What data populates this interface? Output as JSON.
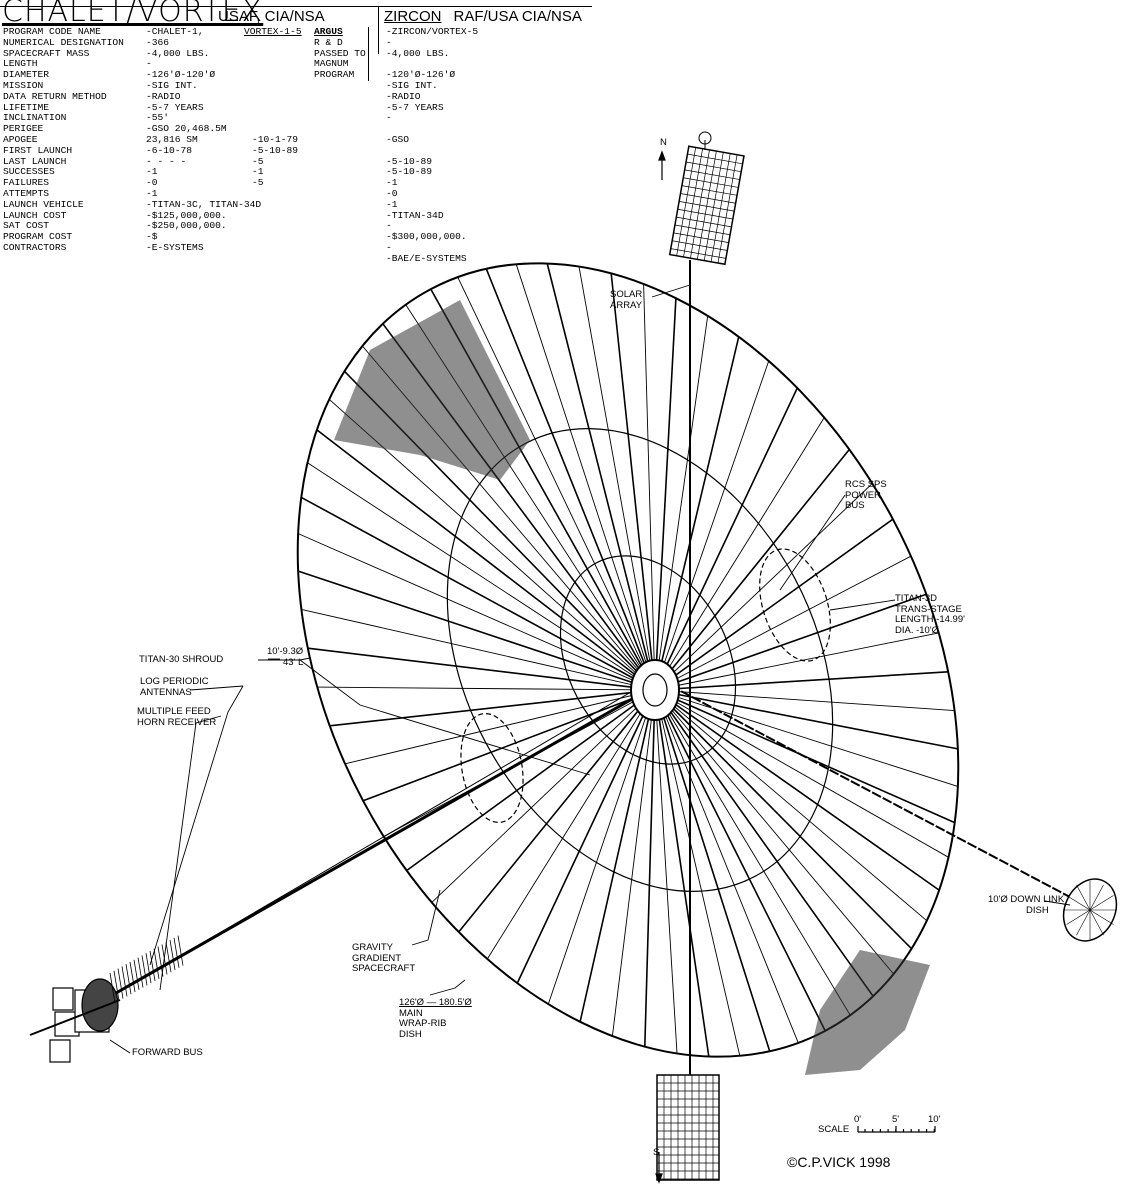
{
  "header": {
    "title": "CHALET/VORTEX",
    "agency_left": "USAF, CIA/NSA",
    "zircon_name": "ZIRCON",
    "zircon_agency": "RAF/USA CIA/NSA"
  },
  "spec_table": {
    "row_labels": [
      "PROGRAM CODE NAME",
      "NUMERICAL DESIGNATION",
      "SPACECRAFT MASS",
      "LENGTH",
      "DIAMETER",
      "MISSION",
      "DATA RETURN METHOD",
      "LIFETIME",
      "INCLINATION",
      "PERIGEE",
      "APOGEE",
      "FIRST LAUNCH",
      "LAST LAUNCH",
      "SUCCESSES",
      "FAILURES",
      "ATTEMPTS",
      "LAUNCH VEHICLE",
      "LAUNCH COST",
      "SAT COST",
      "PROGRAM COST",
      "CONTRACTORS"
    ],
    "chalet_values": [
      "-CHALET-1,",
      "-366",
      "-4,000 LBS.",
      "-",
      "-126'Ø-120'Ø",
      "-SIG INT.",
      "-RADIO",
      "-5-7 YEARS",
      "-55'",
      "-GSO 20,468.5M",
      "23,816 SM",
      "-6-10-78",
      "- - - -",
      "-1",
      "-0",
      "-1",
      "-TITAN-3C, TITAN-34D",
      "-$125,000,000.",
      "-$250,000,000.",
      "-$",
      "-E-SYSTEMS"
    ],
    "vortex_header": "VORTEX-1-5",
    "vortex_values": [
      "-10-1-79",
      "-5-10-89",
      "-5",
      "-1",
      "-5"
    ],
    "argus_box": [
      "ARGUS",
      "R & D",
      "PASSED TO",
      "MAGNUM",
      "PROGRAM"
    ],
    "zircon_values": [
      "-ZIRCON/VORTEX-5",
      "-",
      "-4,000 LBS.",
      "",
      "-120'Ø-126'Ø",
      "-SIG INT.",
      "-RADIO",
      "-5-7 YEARS",
      "-",
      "",
      "-GSO",
      "",
      "-5-10-89",
      "-5-10-89",
      "-1",
      "-0",
      "-1",
      "-TITAN-34D",
      "-",
      "-$300,000,000.",
      "-",
      "-BAE/E-SYSTEMS"
    ]
  },
  "diagram_labels": {
    "north": "N",
    "south": "S",
    "solar_array": [
      "SOLAR",
      "ARRAY"
    ],
    "rcs_bus": [
      "RCS SPS",
      "POWER",
      "BUS"
    ],
    "transstage": [
      "TITAN-3D",
      "TRANS-STAGE",
      "LENGTH   -14.99'",
      "DIA.        -10'Ø"
    ],
    "shroud": "TITAN-30 SHROUD",
    "shroud_dims": [
      "10'-9.3Ø",
      "43' L"
    ],
    "log_periodic": [
      "LOG PERIODIC",
      "ANTENNAS"
    ],
    "feed_horn": [
      "MULTIPLE FEED",
      "HORN RECEIVER"
    ],
    "downlink": [
      "10'Ø DOWN LINK",
      "DISH"
    ],
    "gravity": [
      "GRAVITY",
      "GRADIENT",
      "SPACECRAFT"
    ],
    "main_dish": [
      "126'Ø — 180.5'Ø",
      "MAIN",
      "WRAP-RIB",
      "DISH"
    ],
    "forward_bus": "FORWARD BUS",
    "scale_label": "SCALE",
    "scale_ticks": [
      "0'",
      "5'",
      "10'"
    ],
    "copyright": "©C.P.VICK 1998"
  }
}
